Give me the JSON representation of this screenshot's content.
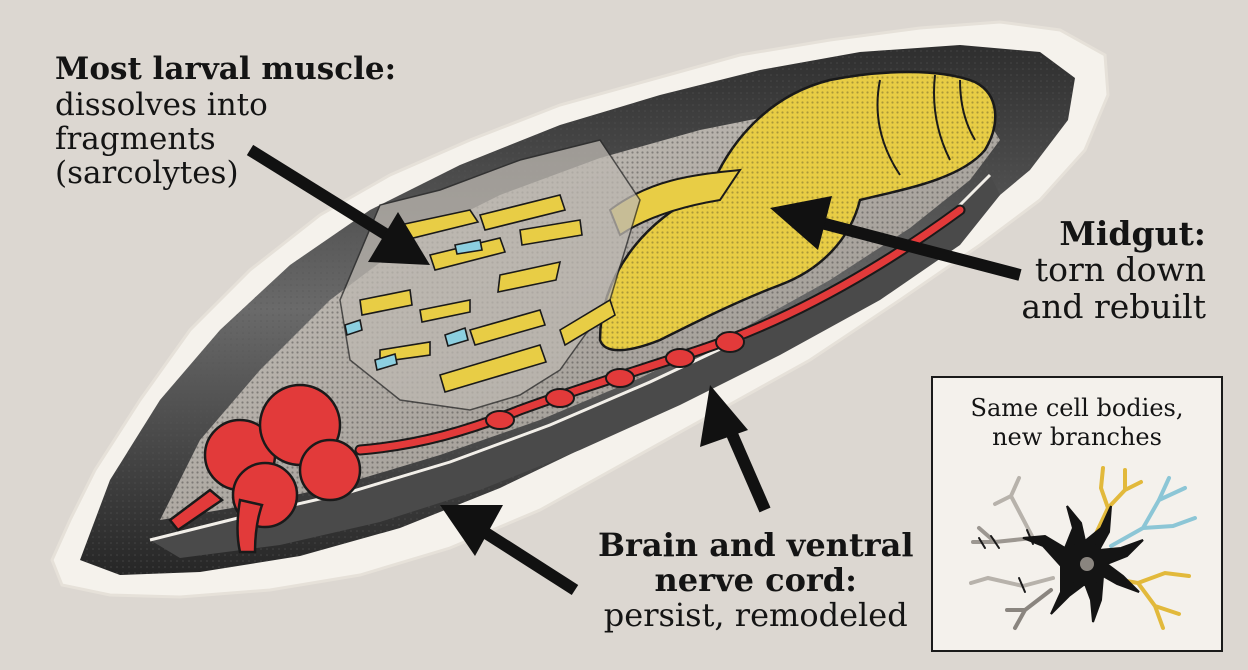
{
  "labels": {
    "muscle": {
      "heading": "Most larval muscle:",
      "lines": [
        "dissolves into",
        "fragments",
        "(sarcolytes)"
      ]
    },
    "midgut": {
      "heading": "Midgut:",
      "lines": [
        "torn down",
        "and rebuilt"
      ]
    },
    "brain": {
      "heading_lines": [
        "Brain and ventral",
        "nerve cord:"
      ],
      "line": "persist, remodeled"
    }
  },
  "inset": {
    "title_lines": [
      "Same cell bodies,",
      "new branches"
    ]
  },
  "colors": {
    "background": "#dcd7d1",
    "paper": "#f4f1ec",
    "nervous_system": "#e23a3a",
    "gut": "#e8cd45",
    "muscle_fragments": "#e8cd45",
    "fragments_blue": "#8ccfe0",
    "husk": "#3a3a3a",
    "ink": "#141414"
  }
}
